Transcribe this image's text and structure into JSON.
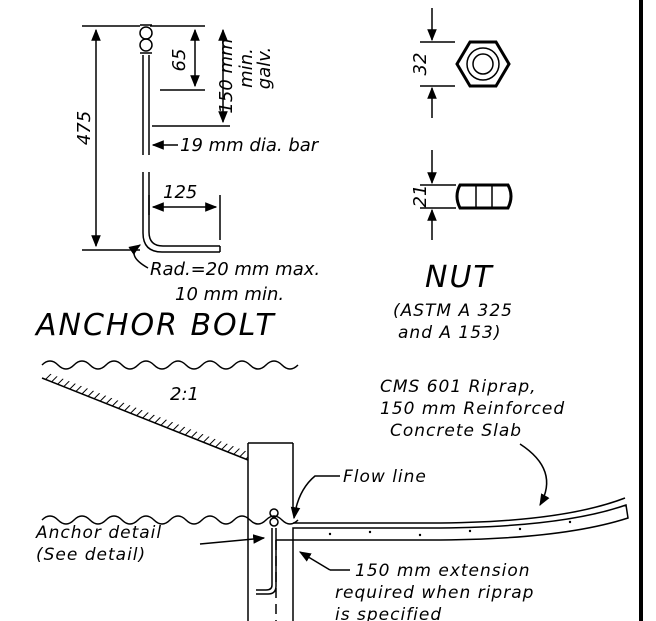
{
  "anchor_bolt": {
    "title": "ANCHOR BOLT",
    "dim_total": "475",
    "dim_thread": "65",
    "dim_galv": "150 mm",
    "dim_galv_note1": "min.",
    "dim_galv_note2": "galv.",
    "bar_label": "19 mm dia. bar",
    "hook_length": "125",
    "radius_line1": "Rad.=20 mm max.",
    "radius_line2": "10 mm min."
  },
  "nut": {
    "title": "NUT",
    "spec_line1": "(ASTM A 325",
    "spec_line2": "and A 153)",
    "dim_width": "32",
    "dim_height": "21"
  },
  "section": {
    "slope": "2:1",
    "riprap_line1": "CMS 601 Riprap,",
    "riprap_line2": "150 mm Reinforced",
    "riprap_line3": "Concrete Slab",
    "flow_line": "Flow line",
    "anchor_line1": "Anchor detail",
    "anchor_line2": "(See detail)",
    "ext_line1": "150 mm extension",
    "ext_line2": "required when riprap",
    "ext_line3": "is specified"
  }
}
